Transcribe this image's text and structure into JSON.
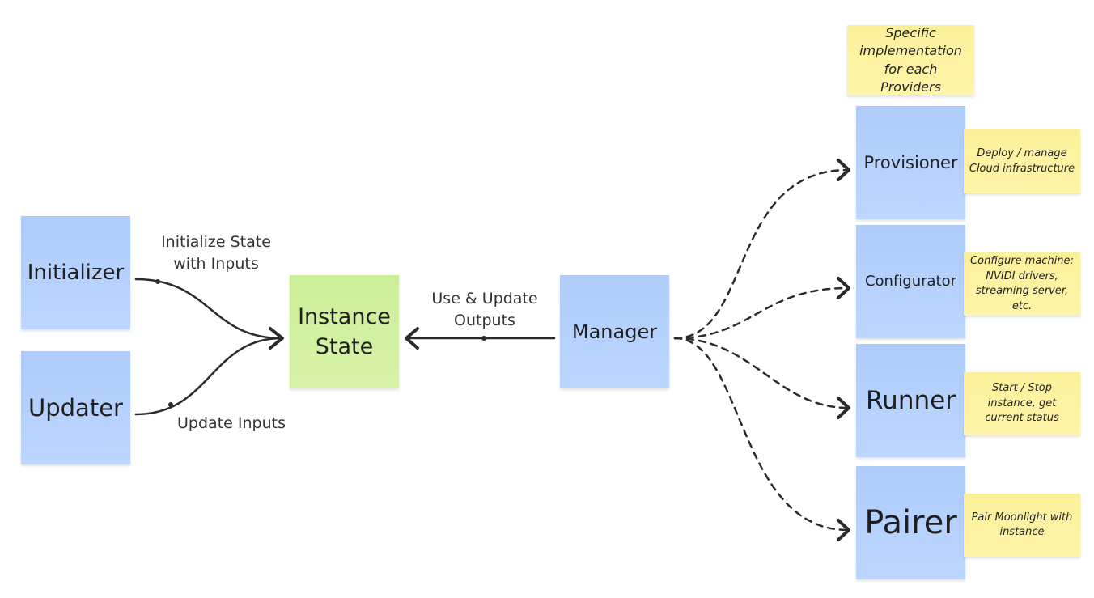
{
  "colors": {
    "blue_sticky": "#aecbfa",
    "green_sticky": "#ccee99",
    "yellow_sticky": "#fbf09a",
    "connector": "#2b2b2b",
    "background": "#ffffff"
  },
  "nodes": {
    "initializer": "Initializer",
    "updater": "Updater",
    "instance_state": "Instance State",
    "manager": "Manager",
    "provisioner": "Provisioner",
    "configurator": "Configurator",
    "runner": "Runner",
    "pairer": "Pairer"
  },
  "notes": {
    "specific": "Specific implementation for each Providers",
    "provisioner": "Deploy / manage Cloud infrastructure",
    "configurator": "Configure machine: NVIDI drivers, streaming server, etc.",
    "runner": "Start / Stop instance, get current status",
    "pairer": "Pair Moonlight with instance"
  },
  "edge_labels": {
    "initialize": "Initialize State with Inputs",
    "update": "Update Inputs",
    "use_update": "Use & Update Outputs"
  }
}
